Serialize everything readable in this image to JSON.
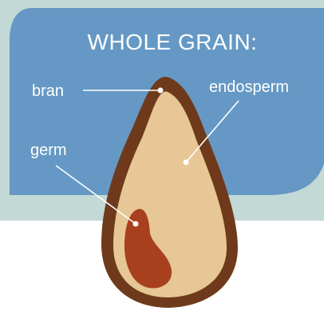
{
  "title": "WHOLE GRAIN:",
  "labels": {
    "bran": "bran",
    "endosperm": "endosperm",
    "germ": "germ"
  },
  "colors": {
    "backdrop": "#c3d9d5",
    "panel": "#6598c4",
    "bran": "#6e3a1b",
    "endosperm": "#e6c795",
    "germ": "#a8401f",
    "text": "#ffffff"
  }
}
